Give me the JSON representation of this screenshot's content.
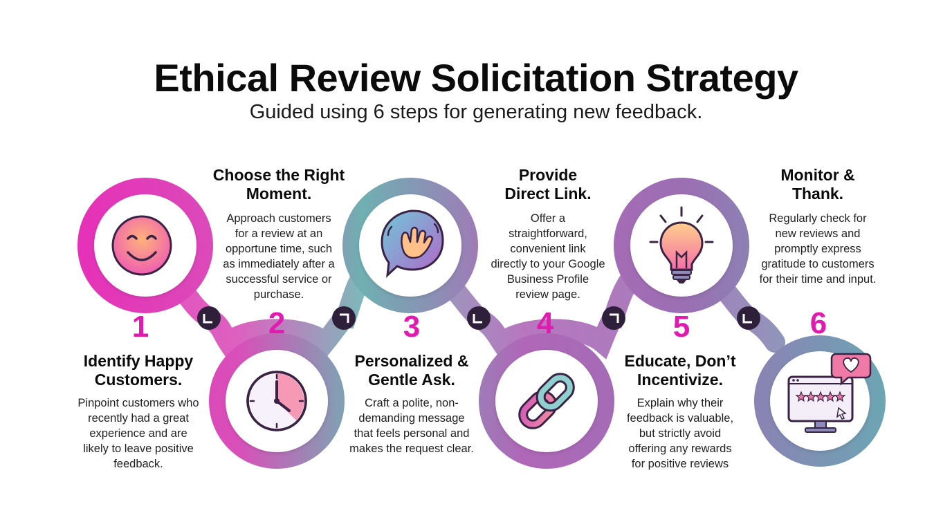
{
  "header": {
    "title": "Ethical Review Solicitation Strategy",
    "subtitle": "Guided using 6 steps for generating new feedback."
  },
  "colors": {
    "magenta": "#e52ab8",
    "purple": "#9f6ab0",
    "teal": "#5fb3b3",
    "number": "#e21bb0",
    "connector": "#2e1f3a"
  },
  "steps": [
    {
      "number": "1",
      "title_line1": "Identify Happy",
      "title_line2": "Customers.",
      "desc": [
        "Pinpoint customers who",
        "recently had a great",
        "experience and are",
        "likely to leave positive",
        "feedback."
      ],
      "icon": "smiley-face-icon"
    },
    {
      "number": "2",
      "title_line1": "Choose the Right",
      "title_line2": "Moment.",
      "desc": [
        "Approach customers",
        "for a review at an",
        "opportune time, such",
        "as immediately after a",
        "successful service or",
        "purchase."
      ],
      "icon": "clock-icon"
    },
    {
      "number": "3",
      "title_line1": "Personalized &",
      "title_line2": "Gentle Ask.",
      "desc": [
        "Craft a polite, non-",
        "demanding message",
        "that feels personal and",
        "makes the request clear."
      ],
      "icon": "speech-bubble-wave-icon"
    },
    {
      "number": "4",
      "title_line1": "Provide",
      "title_line2": "Direct Link.",
      "desc": [
        "Offer a",
        "straightforward,",
        "convenient link",
        "directly to your Google",
        "Business Profile",
        "review page."
      ],
      "icon": "chain-link-icon"
    },
    {
      "number": "5",
      "title_line1": "Educate, Don’t",
      "title_line2": "Incentivize.",
      "desc": [
        "Explain why their",
        "feedback is valuable,",
        "but strictly avoid",
        "offering any rewards",
        "for positive reviews"
      ],
      "icon": "light-bulb-icon"
    },
    {
      "number": "6",
      "title_line1": "Monitor &",
      "title_line2": "Thank.",
      "desc": [
        "Regularly check for",
        "new reviews and",
        "promptly express",
        "gratitude to customers",
        "for their time and input."
      ],
      "icon": "monitor-review-heart-icon"
    }
  ]
}
